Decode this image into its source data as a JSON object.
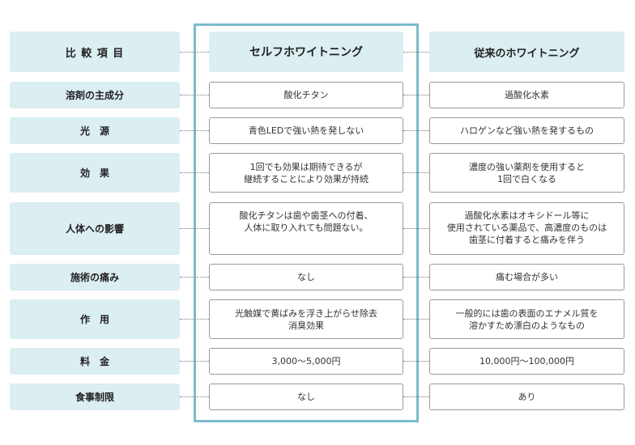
{
  "headers": {
    "items": "比 較 項 目",
    "self": "セルフホワイトニング",
    "conventional": "従来のホワイトニング"
  },
  "rows": [
    {
      "label": "溶剤の主成分",
      "self": "酸化チタン",
      "conventional": "過酸化水素"
    },
    {
      "label": "光　源",
      "self": "青色LEDで強い熱を発しない",
      "conventional": "ハロゲンなど強い熱を発するもの"
    },
    {
      "label": "効　果",
      "self": "1回でも効果は期待できるが\n継続することにより効果が持続",
      "conventional": "濃度の強い薬剤を使用すると\n1回で白くなる"
    },
    {
      "label": "人体への影響",
      "self": "酸化チタンは歯や歯茎への付着、\n人体に取り入れても問題ない。",
      "conventional": "過酸化水素はオキシドール等に\n使用されている薬品で、高濃度のものは\n歯茎に付着すると痛みを伴う"
    },
    {
      "label": "施術の痛み",
      "self": "なし",
      "conventional": "痛む場合が多い"
    },
    {
      "label": "作　用",
      "self": "光触媒で黄ばみを浮き上がらせ除去\n消臭効果",
      "conventional": "一般的には歯の表面のエナメル質を\n溶かすため漂白のようなもの"
    },
    {
      "label": "料　金",
      "self": "3,000〜5,000円",
      "conventional": "10,000円〜100,000円"
    },
    {
      "label": "食事制限",
      "self": "なし",
      "conventional": "あり"
    }
  ],
  "colors": {
    "label_bg": "#dbeef2",
    "highlight_border": "#7bbccc",
    "cell_border": "#9a9a9a"
  }
}
